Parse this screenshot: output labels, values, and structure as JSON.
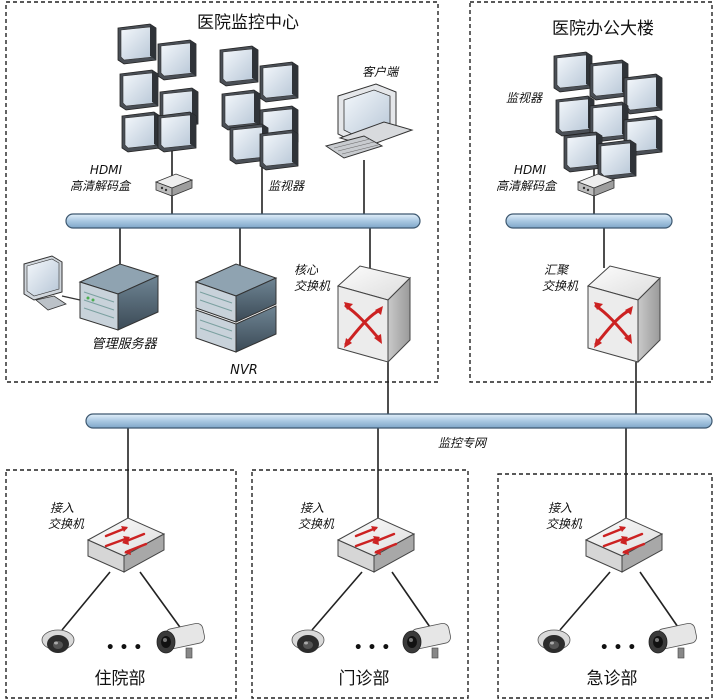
{
  "monitoring_center": {
    "title": "医院监控中心",
    "hdmi_label_line1": "HDMI",
    "hdmi_label_line2": "高清解码盒",
    "monitor_label": "监视器",
    "client_label": "客户端",
    "mgmt_server_label": "管理服务器",
    "nvr_label": "NVR",
    "core_switch_line1": "核心",
    "core_switch_line2": "交换机"
  },
  "office_building": {
    "title": "医院办公大楼",
    "monitor_label": "监视器",
    "hdmi_label_line1": "HDMI",
    "hdmi_label_line2": "高清解码盒",
    "agg_switch_line1": "汇聚",
    "agg_switch_line2": "交换机"
  },
  "network": {
    "label": "监控专网"
  },
  "departments": [
    {
      "name": "住院部",
      "switch_line1": "接入",
      "switch_line2": "交换机",
      "ellipsis": "• • •"
    },
    {
      "name": "门诊部",
      "switch_line1": "接入",
      "switch_line2": "交换机",
      "ellipsis": "• • •"
    },
    {
      "name": "急诊部",
      "switch_line1": "接入",
      "switch_line2": "交换机",
      "ellipsis": "• • •"
    }
  ],
  "colors": {
    "bus_fill": "#b8d2e8",
    "bus_stroke": "#3d5870",
    "switch_arrow": "#cc2222",
    "dashed_border": "#222222"
  }
}
